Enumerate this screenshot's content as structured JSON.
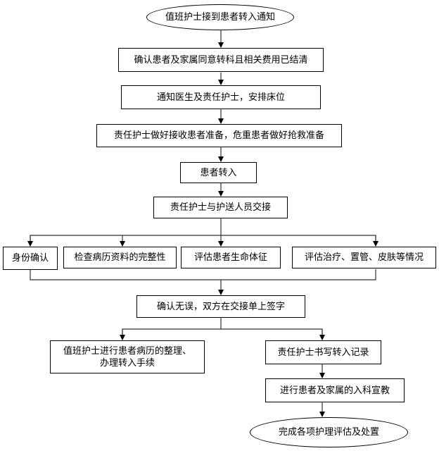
{
  "flowchart": {
    "start": "值班护士接到患者转入通知",
    "steps": [
      "确认患者及家属同意转科且相关费用已结清",
      "通知医生及责任护士，安排床位",
      "责任护士做好接收患者准备，危重患者做好抢救准备",
      "患者转入",
      "责任护士与护送人员交接"
    ],
    "checks": [
      "身份确认",
      "检查病历资料的完整性",
      "评估患者生命体征",
      "评估治疗、置管、皮肤等情况"
    ],
    "confirm": "确认无误，双方在交接单上签字",
    "left_branch": "值班护士进行患者病历的整理、\n办理转入手续",
    "left_branch_line1": "值班护士进行患者病历的整理、",
    "left_branch_line2": "办理转入手续",
    "right_branch": [
      "责任护士书写转入记录",
      "进行患者及家属的入科宣教"
    ],
    "end": "完成各项护理评估及处置"
  }
}
